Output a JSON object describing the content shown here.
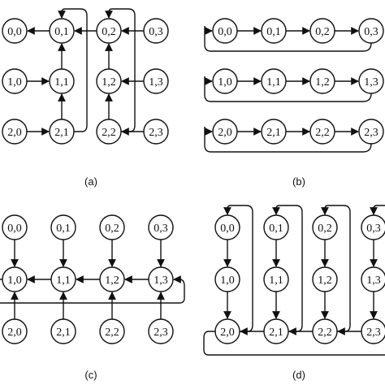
{
  "panels": [
    {
      "id": "a",
      "caption": "(a)",
      "nodes": [
        "0,0",
        "0,1",
        "0,2",
        "0,3",
        "1,0",
        "1,1",
        "1,2",
        "1,3",
        "2,0",
        "2,1",
        "2,2",
        "2,3"
      ],
      "edges": [
        {
          "from": "0,1",
          "to": "0,0"
        },
        {
          "from": "1,0",
          "to": "1,1"
        },
        {
          "from": "2,0",
          "to": "2,1"
        },
        {
          "from": "1,1",
          "to": "0,1"
        },
        {
          "from": "2,1",
          "to": "1,1"
        },
        {
          "from": "0,3",
          "to": "0,2"
        },
        {
          "from": "1,3",
          "to": "1,2"
        },
        {
          "from": "2,3",
          "to": "2,2"
        },
        {
          "from": "1,2",
          "to": "0,2"
        },
        {
          "from": "2,2",
          "to": "1,2"
        },
        {
          "from": "0,2",
          "to": "0,1"
        }
      ],
      "loops": [
        {
          "from": "2,1",
          "to": "0,1",
          "side": "right"
        },
        {
          "from": "2,2",
          "to": "0,2",
          "side": "right"
        }
      ]
    },
    {
      "id": "b",
      "caption": "(b)",
      "nodes": [
        "0,0",
        "0,1",
        "0,2",
        "0,3",
        "1,0",
        "1,1",
        "1,2",
        "1,3",
        "2,0",
        "2,1",
        "2,2",
        "2,3"
      ],
      "edges": [
        {
          "from": "0,0",
          "to": "0,1"
        },
        {
          "from": "0,1",
          "to": "0,2"
        },
        {
          "from": "0,2",
          "to": "0,3"
        },
        {
          "from": "1,0",
          "to": "1,1"
        },
        {
          "from": "1,1",
          "to": "1,2"
        },
        {
          "from": "1,2",
          "to": "1,3"
        },
        {
          "from": "2,0",
          "to": "2,1"
        },
        {
          "from": "2,1",
          "to": "2,2"
        },
        {
          "from": "2,2",
          "to": "2,3"
        }
      ],
      "loops": [
        {
          "from": "0,3",
          "to": "0,0",
          "side": "left"
        },
        {
          "from": "1,3",
          "to": "1,0",
          "side": "left"
        },
        {
          "from": "2,3",
          "to": "2,0",
          "side": "left"
        }
      ]
    },
    {
      "id": "c",
      "caption": "(c)",
      "nodes": [
        "0,0",
        "0,1",
        "0,2",
        "0,3",
        "1,0",
        "1,1",
        "1,2",
        "1,3",
        "2,0",
        "2,1",
        "2,2",
        "2,3"
      ],
      "edges": [
        {
          "from": "0,0",
          "to": "1,0"
        },
        {
          "from": "0,1",
          "to": "1,1"
        },
        {
          "from": "0,2",
          "to": "1,2"
        },
        {
          "from": "0,3",
          "to": "1,3"
        },
        {
          "from": "2,0",
          "to": "1,0"
        },
        {
          "from": "2,1",
          "to": "1,1"
        },
        {
          "from": "2,2",
          "to": "1,2"
        },
        {
          "from": "2,3",
          "to": "1,3"
        },
        {
          "from": "1,1",
          "to": "1,0"
        },
        {
          "from": "1,2",
          "to": "1,1"
        },
        {
          "from": "1,3",
          "to": "1,2"
        }
      ],
      "loops": [
        {
          "from": "1,0",
          "to": "1,3",
          "side": "bottom"
        }
      ]
    },
    {
      "id": "d",
      "caption": "(d)",
      "nodes": [
        "0,0",
        "0,1",
        "0,2",
        "0,3",
        "1,0",
        "1,1",
        "1,2",
        "1,3",
        "2,0",
        "2,1",
        "2,2",
        "2,3"
      ],
      "edges": [
        {
          "from": "0,0",
          "to": "1,0"
        },
        {
          "from": "1,0",
          "to": "2,0"
        },
        {
          "from": "0,1",
          "to": "1,1"
        },
        {
          "from": "1,1",
          "to": "2,1"
        },
        {
          "from": "0,2",
          "to": "1,2"
        },
        {
          "from": "1,2",
          "to": "2,2"
        },
        {
          "from": "0,3",
          "to": "1,3"
        },
        {
          "from": "1,3",
          "to": "2,3"
        },
        {
          "from": "2,1",
          "to": "2,0"
        },
        {
          "from": "2,2",
          "to": "2,1"
        },
        {
          "from": "2,3",
          "to": "2,2"
        }
      ],
      "loops": [
        {
          "from": "2,0",
          "to": "0,0",
          "side": "right"
        },
        {
          "from": "2,1",
          "to": "0,1",
          "side": "right"
        },
        {
          "from": "2,2",
          "to": "0,2",
          "side": "right"
        },
        {
          "from": "2,3",
          "to": "0,3",
          "side": "right"
        },
        {
          "from": "2,0",
          "to": "2,3",
          "side": "bottom"
        }
      ]
    }
  ]
}
